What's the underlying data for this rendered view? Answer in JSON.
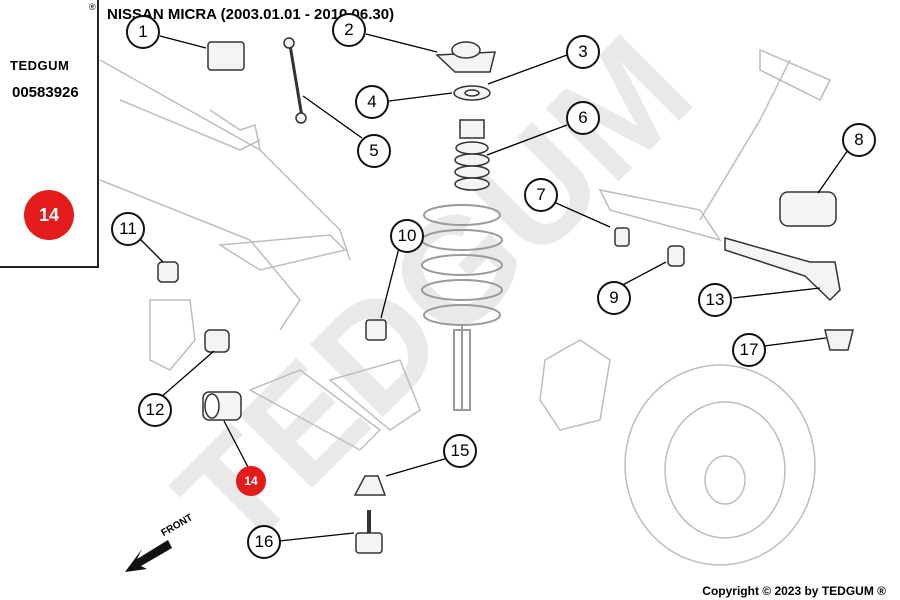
{
  "brand": {
    "name": "TEDGUM",
    "registered": "®"
  },
  "sidebar": {
    "part_number": "00583926",
    "badge_number": "14",
    "thumbnail_icon": "bushing-thumbnail-icon"
  },
  "header": {
    "title": "NISSAN MICRA  (2003.01.01 - 2010.06.30)"
  },
  "diagram": {
    "watermark": "TEDGUM",
    "front_label": "FRONT",
    "callouts": [
      {
        "label": "1"
      },
      {
        "label": "2"
      },
      {
        "label": "3"
      },
      {
        "label": "4"
      },
      {
        "label": "5"
      },
      {
        "label": "6"
      },
      {
        "label": "7"
      },
      {
        "label": "8"
      },
      {
        "label": "9"
      },
      {
        "label": "10"
      },
      {
        "label": "11"
      },
      {
        "label": "12"
      },
      {
        "label": "13"
      },
      {
        "label": "14"
      },
      {
        "label": "15"
      },
      {
        "label": "16"
      },
      {
        "label": "17"
      }
    ],
    "highlight_color": "#e31b1b"
  },
  "footer": {
    "copyright": "Copyright © 2023 by TEDGUM ®"
  }
}
